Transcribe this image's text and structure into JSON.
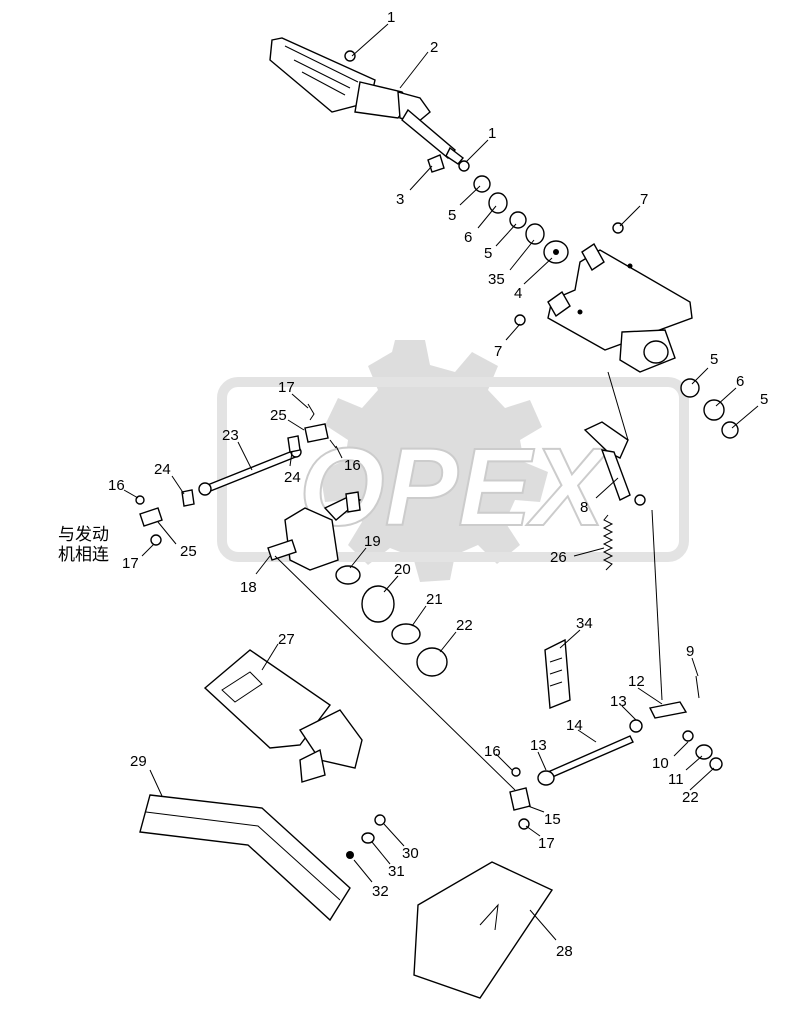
{
  "watermark": {
    "text": "OPEX"
  },
  "note": {
    "line1": "与发动",
    "line2": "机相连"
  },
  "callouts": [
    "1",
    "2",
    "1",
    "3",
    "5",
    "6",
    "5",
    "35",
    "4",
    "7",
    "7",
    "5",
    "6",
    "5",
    "8",
    "26",
    "17",
    "25",
    "16",
    "23",
    "24",
    "24",
    "16",
    "17",
    "25",
    "19",
    "18",
    "20",
    "21",
    "22",
    "34",
    "9",
    "12",
    "13",
    "14",
    "10",
    "11",
    "22",
    "13",
    "16",
    "15",
    "17",
    "27",
    "29",
    "30",
    "31",
    "32",
    "28"
  ]
}
